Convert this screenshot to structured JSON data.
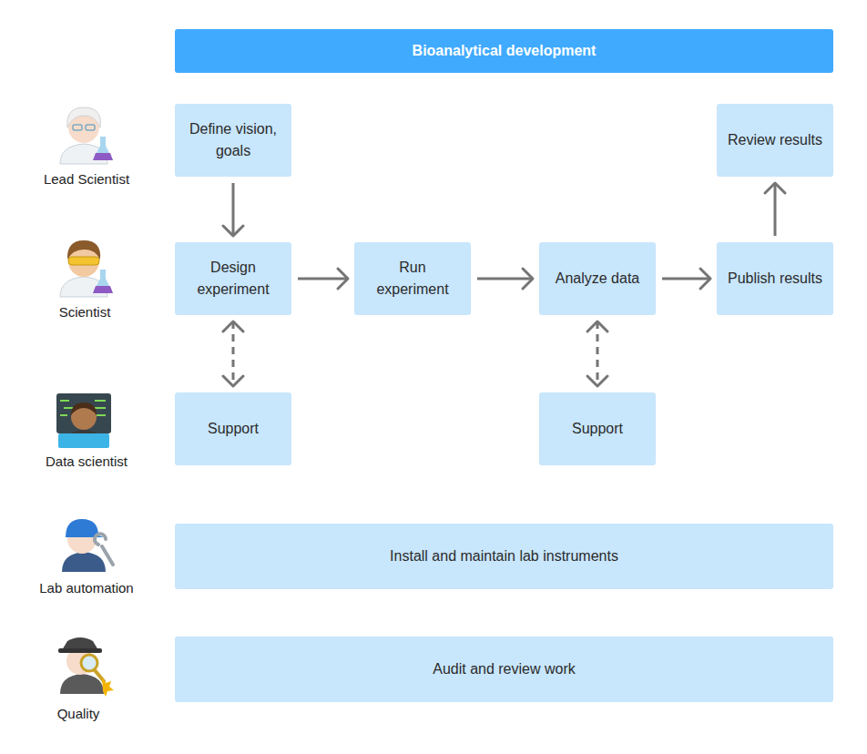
{
  "diagram": {
    "nodes": [
      {
        "text": [
          "Bioanalytical development"
        ]
      },
      {
        "text": [
          "Define vision, goals"
        ]
      },
      {
        "text": [
          "Review results"
        ]
      },
      {
        "text": [
          "Design experiment"
        ]
      },
      {
        "text": [
          "Run experiment"
        ]
      },
      {
        "text": [
          "Analyze data"
        ]
      },
      {
        "text": [
          "Publish results"
        ]
      },
      {
        "text": [
          "Support"
        ]
      },
      {
        "text": [
          "Support"
        ]
      },
      {
        "text": [
          "Install and maintain lab instruments"
        ]
      },
      {
        "text": [
          "Audit and review work"
        ]
      }
    ],
    "edges": [
      {
        "from": 1,
        "to": 3,
        "arrow": "to"
      },
      {
        "from": 3,
        "to": 4,
        "arrow": "to"
      },
      {
        "from": 4,
        "to": 5,
        "arrow": "to"
      },
      {
        "from": 5,
        "to": 6,
        "arrow": "to"
      },
      {
        "from": 6,
        "to": 2,
        "arrow": "to"
      },
      {
        "from": 3,
        "to": 7,
        "arrow": "both"
      },
      {
        "from": 5,
        "to": 8,
        "arrow": "both"
      }
    ],
    "labels": [
      "Lead Scientist",
      "Scientist",
      "Data scientist",
      "Lab automation",
      "Quality"
    ]
  }
}
